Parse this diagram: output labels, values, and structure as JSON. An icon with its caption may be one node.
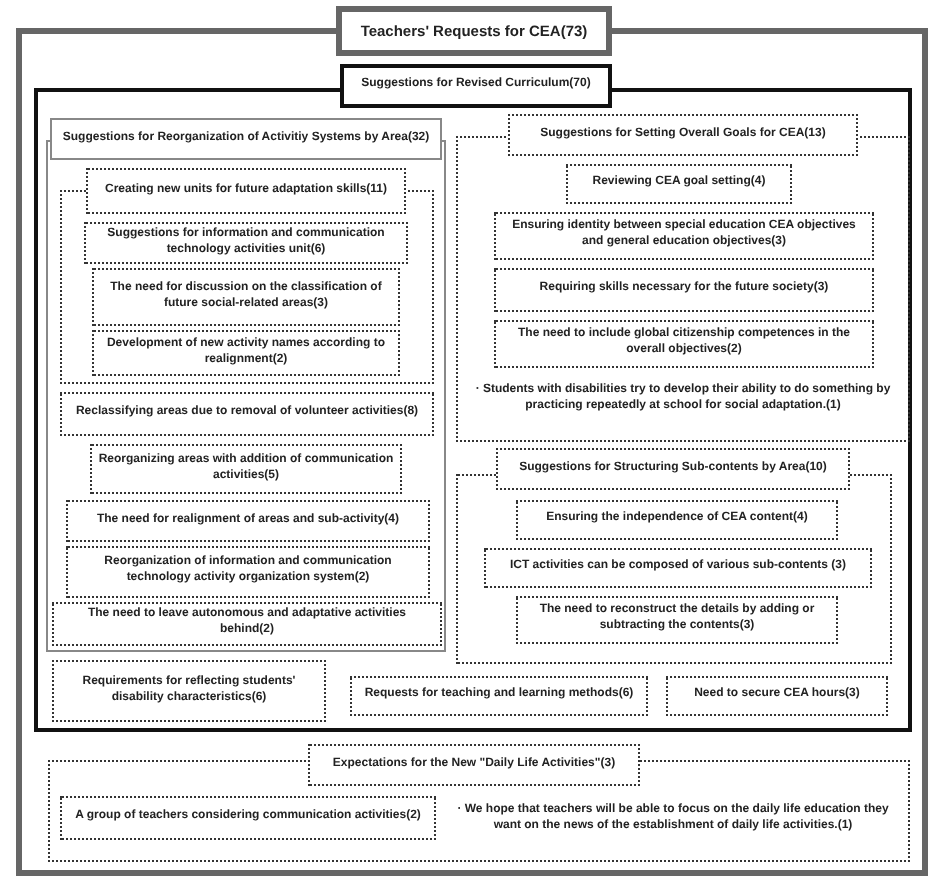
{
  "diagram": {
    "nodes": [
      {
        "text": [
          "Teachers' Requests for CEA(73)"
        ]
      },
      {
        "text": [
          "Suggestions for Revised Curriculum(70)"
        ],
        "in": 0
      },
      {
        "text": [
          "Suggestions for Reorganization of Activitiy Systems by Area(32)"
        ],
        "in": 1
      },
      {
        "text": [],
        "shape": "box",
        "in": 2
      },
      {
        "text": [
          "Creating new units for future adaptation skills(11)"
        ],
        "in": 3
      },
      {
        "text": [
          "Suggestions for information and communication technology activities unit(6)"
        ],
        "in": 3
      },
      {
        "text": [
          "The need for discussion on the classification of future social-related areas(3)"
        ],
        "in": 3
      },
      {
        "text": [
          "Development of new activity names according to realignment(2)"
        ],
        "in": 3
      },
      {
        "text": [
          "Reclassifying areas due to removal of volunteer activities(8)"
        ],
        "in": 2
      },
      {
        "text": [
          "Reorganizing areas with addition of communication activities(5)"
        ],
        "in": 2
      },
      {
        "text": [
          "The need for realignment of areas and sub-activity(4)"
        ],
        "in": 2
      },
      {
        "text": [
          "Reorganization of information and communication technology activity organization system(2)"
        ],
        "in": 2
      },
      {
        "text": [
          "The need to leave autonomous and adaptative activities behind(2)"
        ],
        "in": 2
      },
      {
        "text": [
          "Requirements for reflecting students' disability characteristics(6)"
        ],
        "in": 1
      },
      {
        "text": [
          "· Students with disabilities try to develop their ability to do something by practicing repeatedly at school for social adaptation.(1)"
        ],
        "in": 1
      },
      {
        "text": [
          "Suggestions for Setting Overall Goals for CEA(13)"
        ],
        "in": 14
      },
      {
        "text": [
          "Reviewing CEA goal setting(4)"
        ],
        "in": 14
      },
      {
        "text": [
          "Ensuring identity between special education CEA objectives and general education objectives(3)"
        ],
        "in": 14
      },
      {
        "text": [
          "Requiring skills necessary for the future society(3)"
        ],
        "in": 14
      },
      {
        "text": [
          "The need to include global citizenship competences in the overall objectives(2)"
        ],
        "in": 14
      },
      {
        "text": [],
        "shape": "box",
        "in": 1
      },
      {
        "text": [
          "Suggestions for Structuring Sub-contents by Area(10)"
        ],
        "in": 20
      },
      {
        "text": [
          "Ensuring the independence of CEA content(4)"
        ],
        "in": 20
      },
      {
        "text": [
          "ICT activities can be composed of various sub-contents (3)"
        ],
        "in": 20
      },
      {
        "text": [
          "The need to reconstruct the details by adding or subtracting the contents(3)"
        ],
        "in": 20
      },
      {
        "text": [
          "Requests for teaching and learning methods(6)"
        ],
        "in": 1
      },
      {
        "text": [
          "Need to secure CEA hours(3)"
        ],
        "in": 1
      },
      {
        "text": [
          "· We hope that teachers will be able to focus on the daily life education they want on the news of the establishment of daily life activities.(1)"
        ],
        "in": 0
      },
      {
        "text": [
          "Expectations for the New \"Daily Life Activities\"(3)"
        ],
        "in": 27
      },
      {
        "text": [
          "A group of teachers considering communication activities(2)"
        ],
        "in": 27
      }
    ]
  }
}
